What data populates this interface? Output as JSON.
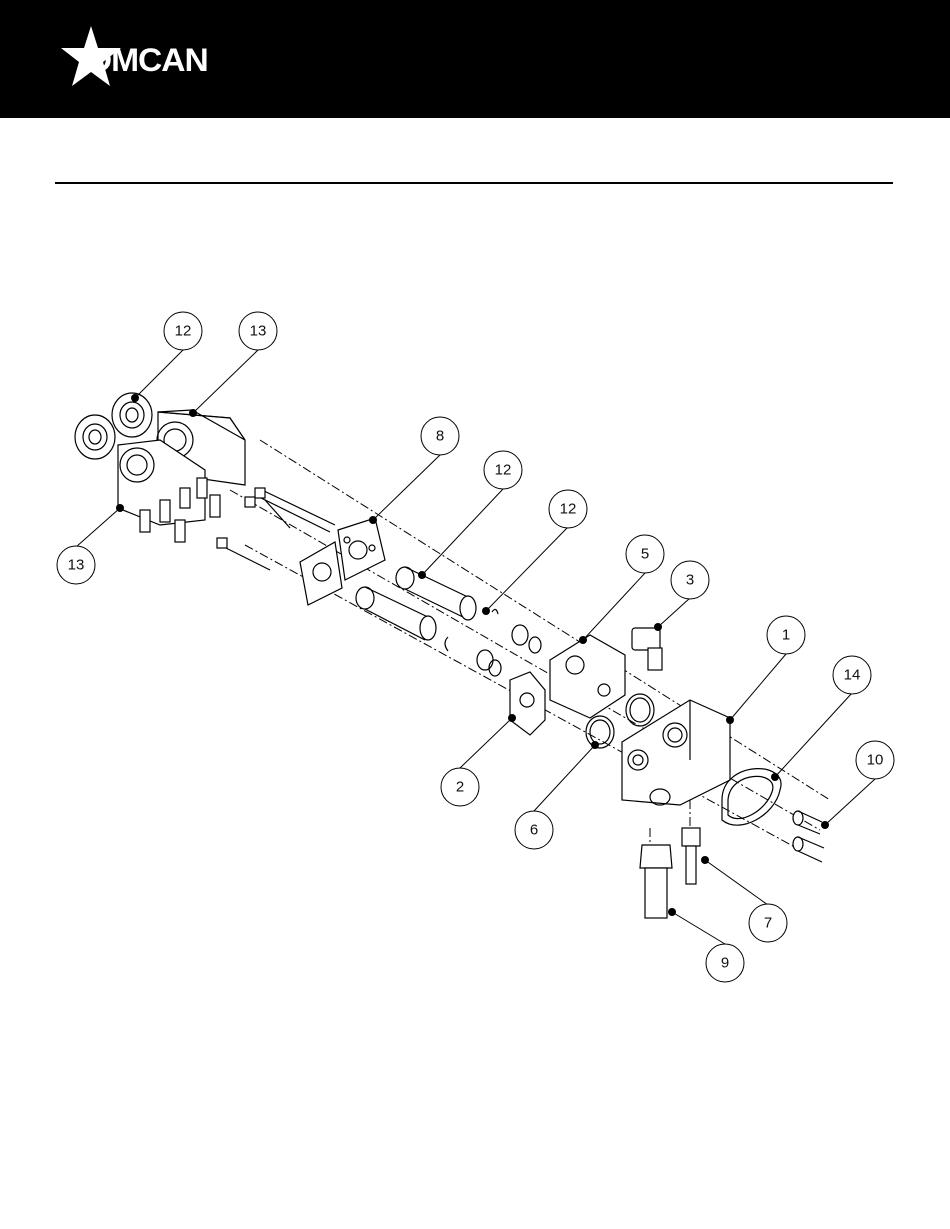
{
  "brand": {
    "name": "OMCAN"
  },
  "diagram": {
    "callouts": [
      "12",
      "13",
      "13",
      "8",
      "12",
      "12",
      "5",
      "3",
      "1",
      "14",
      "10",
      "2",
      "6",
      "7",
      "9"
    ]
  }
}
